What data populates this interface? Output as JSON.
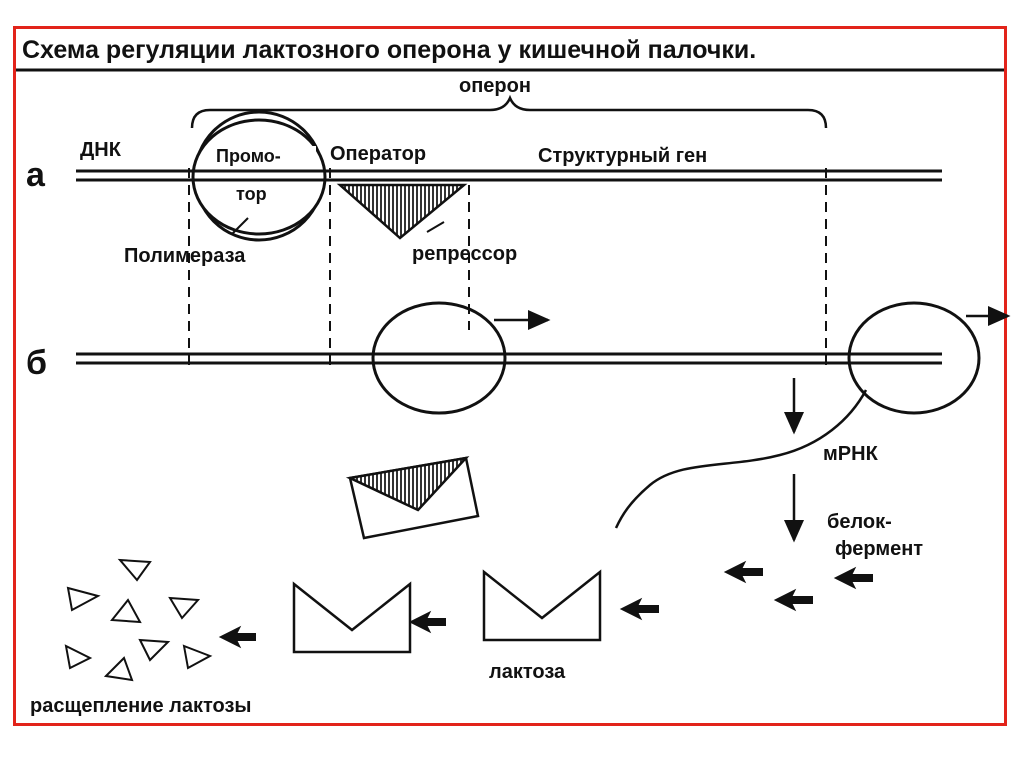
{
  "title": "Схема регуляции лактозного оперона у кишечной палочки.",
  "labels": {
    "operon": "оперон",
    "dna": "ДНК",
    "row_a": "а",
    "row_b": "б",
    "promoter_line1": "Промо-",
    "promoter_line2": "тор",
    "operator": "Оператор",
    "structural_gene": "Структурный ген",
    "polymerase": "Полимераза",
    "repressor": "репрессор",
    "mrna": "мРНК",
    "protein_line1": "белок-",
    "protein_line2": "фермент",
    "lactose": "лактоза",
    "lactose_breakdown": "расщепление лактозы"
  },
  "colors": {
    "frame": "#e2231a",
    "ink": "#111111"
  }
}
